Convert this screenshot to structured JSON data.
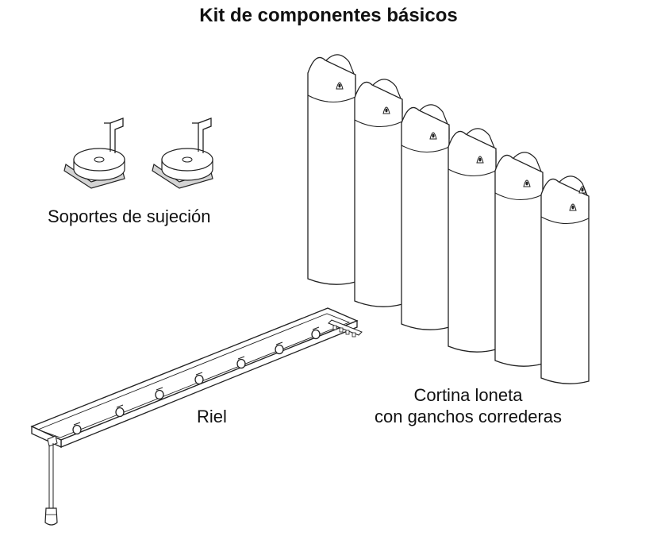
{
  "title": "Kit de componentes básicos",
  "labels": {
    "soportes": "Soportes de sujeción",
    "riel": "Riel",
    "cortina_line1": "Cortina loneta",
    "cortina_line2": "con ganchos correderas"
  },
  "icons": [
    "support-bracket-icon",
    "rail-icon",
    "curtain-panel-icon",
    "hook-icon",
    "pull-cord-icon"
  ],
  "colors": {
    "stroke": "#222222",
    "fill": "#ffffff",
    "shade": "#d4d4d4"
  }
}
